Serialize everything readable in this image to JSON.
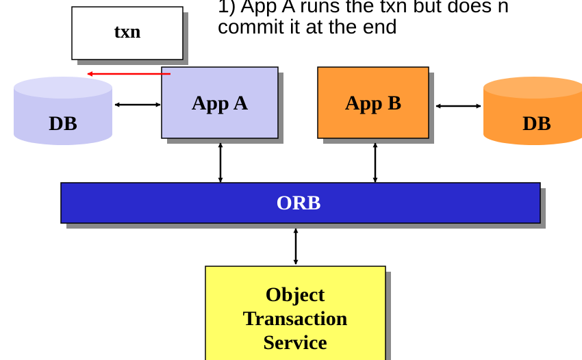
{
  "caption": {
    "line1": "1) App A runs the txn but does n",
    "line2": "commit it at the end"
  },
  "txn_box": {
    "label": "txn"
  },
  "app_a": {
    "label": "App A"
  },
  "app_b": {
    "label": "App B"
  },
  "db_left": {
    "label": "DB"
  },
  "db_right": {
    "label": "DB"
  },
  "orb": {
    "label": "ORB"
  },
  "ots": {
    "line1": "Object",
    "line2": "Transaction",
    "line3": "Service"
  },
  "colors": {
    "app_a_fill": "#c8c8f4",
    "db_left_fill": "#c8c8f4",
    "app_b_fill": "#ff9b38",
    "db_right_fill": "#ff9b38",
    "orb_fill": "#2a2acc",
    "ots_fill": "#ffff66",
    "red_arrow": "#ff0000",
    "shadow": "#8a8a8a"
  }
}
